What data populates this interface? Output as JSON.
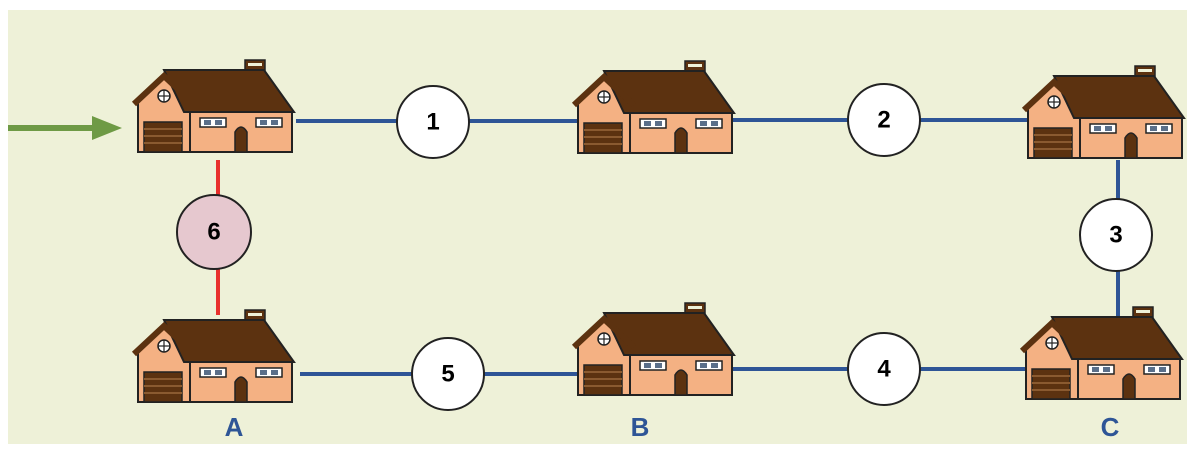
{
  "colors": {
    "background": "#eef1d8",
    "blue_line": "#2e5596",
    "red_line": "#e8302c",
    "arrow": "#6e9a45",
    "node_fill": "#ffffff",
    "highlight_node_fill": "#e6c8cf",
    "house_wall": "#f4b183",
    "house_roof": "#5c3210",
    "label_text": "#2e5596"
  },
  "entry_arrow": {
    "icon": "arrow-right-icon"
  },
  "houses": [
    {
      "id": "h1",
      "icon": "house-icon",
      "label": ""
    },
    {
      "id": "h2",
      "icon": "house-icon",
      "label": ""
    },
    {
      "id": "h3",
      "icon": "house-icon",
      "label": ""
    },
    {
      "id": "h4",
      "icon": "house-icon",
      "label": "A"
    },
    {
      "id": "h5",
      "icon": "house-icon",
      "label": "B"
    },
    {
      "id": "h6",
      "icon": "house-icon",
      "label": "C"
    }
  ],
  "links": [
    {
      "label": "1",
      "from": "h1",
      "to": "h2",
      "color": "blue"
    },
    {
      "label": "2",
      "from": "h2",
      "to": "h3",
      "color": "blue"
    },
    {
      "label": "3",
      "from": "h3",
      "to": "h6",
      "color": "blue"
    },
    {
      "label": "4",
      "from": "h6",
      "to": "h5",
      "color": "blue"
    },
    {
      "label": "5",
      "from": "h5",
      "to": "h4",
      "color": "blue"
    },
    {
      "label": "6",
      "from": "h4",
      "to": "h1",
      "color": "red",
      "highlighted": true
    }
  ]
}
